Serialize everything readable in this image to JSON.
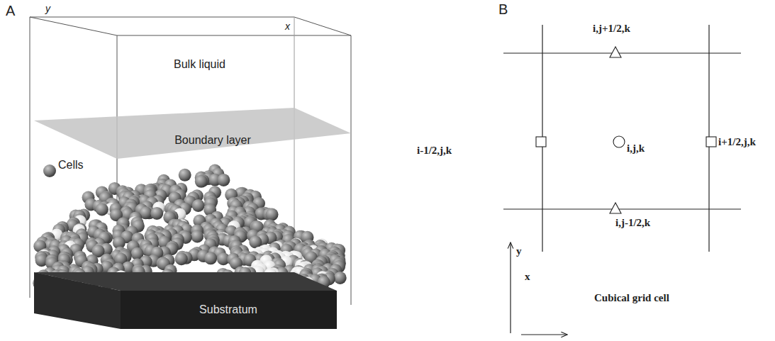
{
  "diagram": {
    "nodes": [
      {
        "text": [
          "Boundary layer"
        ]
      },
      {
        "text": [
          "Substratum"
        ]
      }
    ],
    "labels": [
      "A",
      "y",
      "x",
      "Bulk liquid",
      "Cells",
      "B",
      "i,j+1/2,k",
      "i-1/2,j,k",
      "i+1/2,j,k",
      "i,j-1/2,k",
      "i,j,k",
      "y",
      "x",
      "Cubical grid cell"
    ]
  }
}
